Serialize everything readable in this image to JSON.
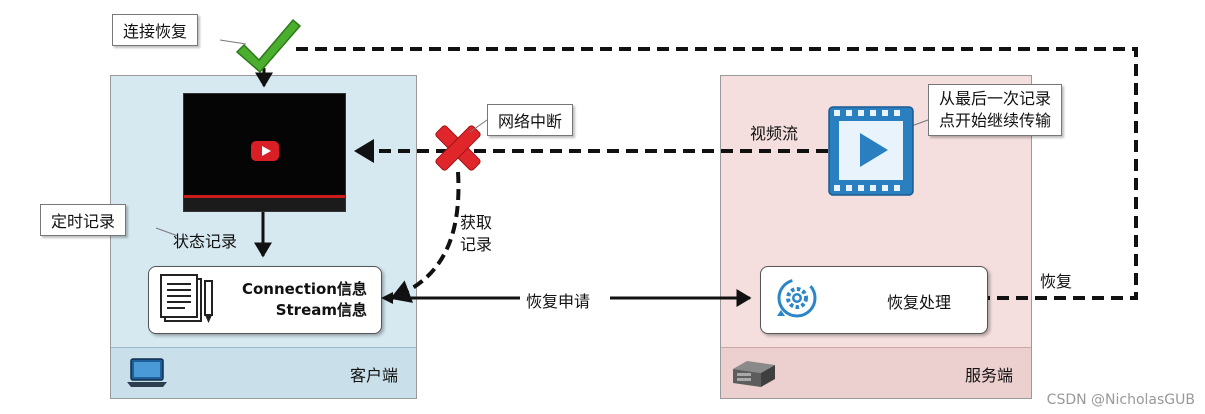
{
  "client": {
    "label": "客户端",
    "icon": "laptop-icon"
  },
  "server": {
    "label": "服务端",
    "icon": "server-icon"
  },
  "callouts": {
    "reconnect": "连接恢复",
    "network_interrupt": "网络中断",
    "timed_record": "定时记录",
    "resume_from_last": [
      "从最后一次记录",
      "点开始继续传输"
    ]
  },
  "labels": {
    "state_record": "状态记录",
    "get_record": [
      "获取",
      "记录"
    ],
    "recovery_request": "恢复申请",
    "video_stream": "视频流",
    "recover": "恢复"
  },
  "info_box": {
    "line1": "Connection信息",
    "line2": "Stream信息",
    "icon": "document-pen-icon"
  },
  "recover_box": {
    "label": "恢复处理",
    "icon": "gear-icon"
  },
  "video": {
    "player_icon": "youtube-play-icon",
    "stream_icon": "video-file-icon"
  },
  "status_icons": {
    "success": "checkmark-icon",
    "failure": "red-x-icon"
  },
  "watermark": "CSDN @NicholasGUB",
  "colors": {
    "client_bg": "#d6e9f1",
    "server_bg": "#f4dede",
    "check": "#4cae2e",
    "cross": "#e0262a",
    "video_blue": "#2a7fc0"
  }
}
